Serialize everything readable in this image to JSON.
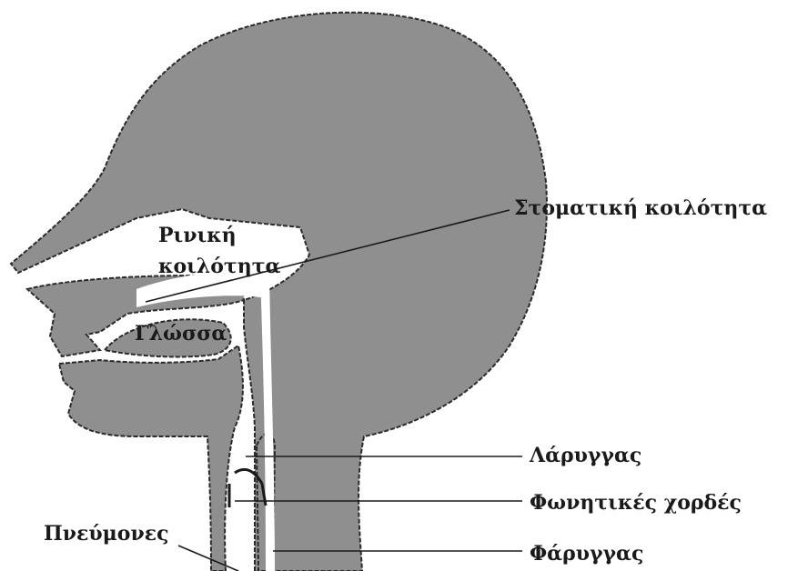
{
  "colors": {
    "tissue": "#8f8f8f",
    "outline": "#2a2a2a",
    "airway": "#ffffff",
    "label": "#1a1a1a",
    "leader_line": "#1a1a1a"
  },
  "labels": {
    "nasal_cavity": "Ρινική\nκοιλότητα",
    "tongue": "Γλώσσα",
    "oral_cavity": "Στοματική κοιλότητα",
    "larynx": "Λάρυγγας",
    "vocal_cords": "Φωνητικές χορδές",
    "lungs": "Πνεύμονες",
    "pharynx": "Φάρυγγας"
  }
}
